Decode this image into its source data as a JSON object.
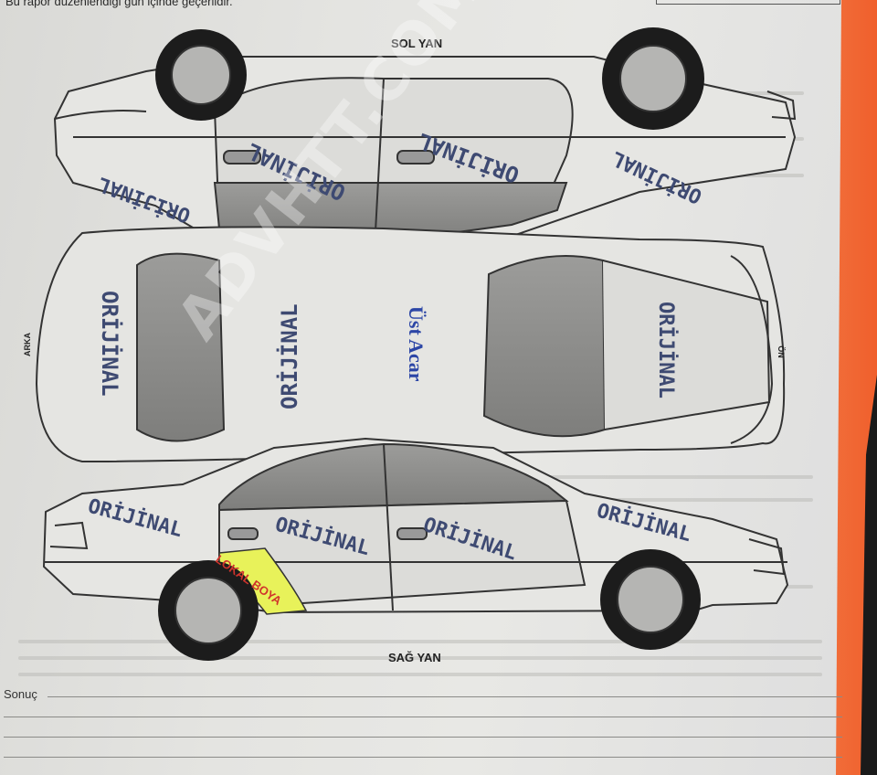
{
  "header": {
    "text": "Bu rapor düzenlendiği gün içinde geçerlidir."
  },
  "labels": {
    "left_side": "SOL YAN",
    "right_side": "SAĞ YAN",
    "rear": "ARKA",
    "front": "ÖN"
  },
  "panels": {
    "left_rear_fender": "ORİJİNAL",
    "left_rear_door": "ORİJİNAL",
    "left_front_door": "ORİJİNAL",
    "left_front_fender": "ORİJİNAL",
    "trunk": "ORİJİNAL",
    "roof": "ORİJİNAL",
    "roof_note": "Üst Acar",
    "hood": "ORİJİNAL",
    "right_rear_fender": "ORİJİNAL",
    "right_rear_door": "ORİJİNAL",
    "right_front_door": "ORİJİNAL",
    "right_front_fender": "ORİJİNAL",
    "right_rear_arch": "LOKAL BOYA"
  },
  "footer": {
    "result_label": "Sonuç"
  },
  "watermark": {
    "text": "ADVHTT.COM"
  },
  "colors": {
    "stamp_ink": "#3e4a72",
    "roof_note_ink": "#2c46a6",
    "local_paint_highlight": "#e8f25a",
    "local_paint_ink": "#d0342c",
    "folder_orange": "#f16f3b"
  }
}
